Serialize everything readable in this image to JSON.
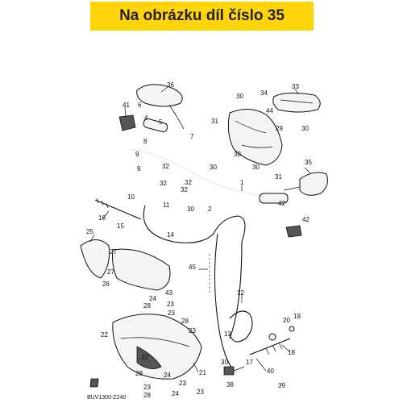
{
  "banner": {
    "title": "Na obrázku díl číslo 35"
  },
  "diagram": {
    "code": "BUV1300-Z240",
    "part_numbers": [
      "1",
      "4",
      "5",
      "6",
      "7",
      "8",
      "9",
      "10",
      "11",
      "12",
      "13",
      "14",
      "15",
      "16",
      "17",
      "18",
      "19",
      "20",
      "21",
      "22",
      "23",
      "24",
      "25",
      "26",
      "27",
      "28",
      "29",
      "30",
      "31",
      "32",
      "33",
      "34",
      "35",
      "36",
      "38",
      "39",
      "40",
      "41",
      "42",
      "43",
      "44",
      "45"
    ]
  },
  "colors": {
    "banner": "#ffd40a",
    "text": "#111111",
    "background": "#ffffff"
  }
}
